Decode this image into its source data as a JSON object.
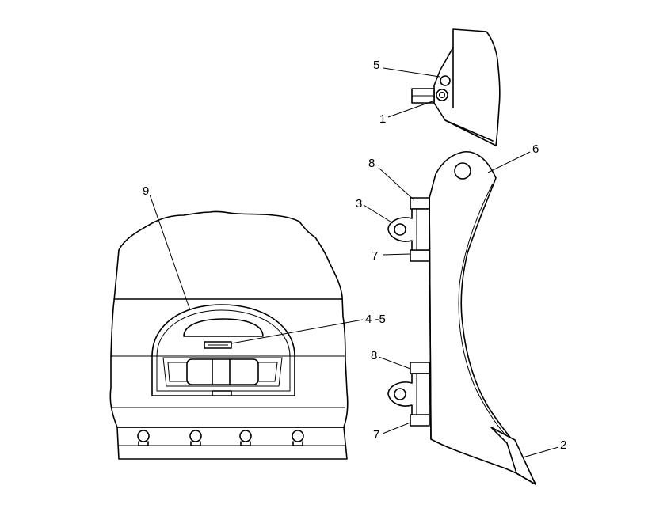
{
  "callouts": {
    "c1": "1",
    "c2": "2",
    "c3": "3",
    "c45": "4 -5",
    "c5": "5",
    "c6": "6",
    "c7a": "7",
    "c7b": "7",
    "c8a": "8",
    "c8b": "8",
    "c9": "9"
  }
}
